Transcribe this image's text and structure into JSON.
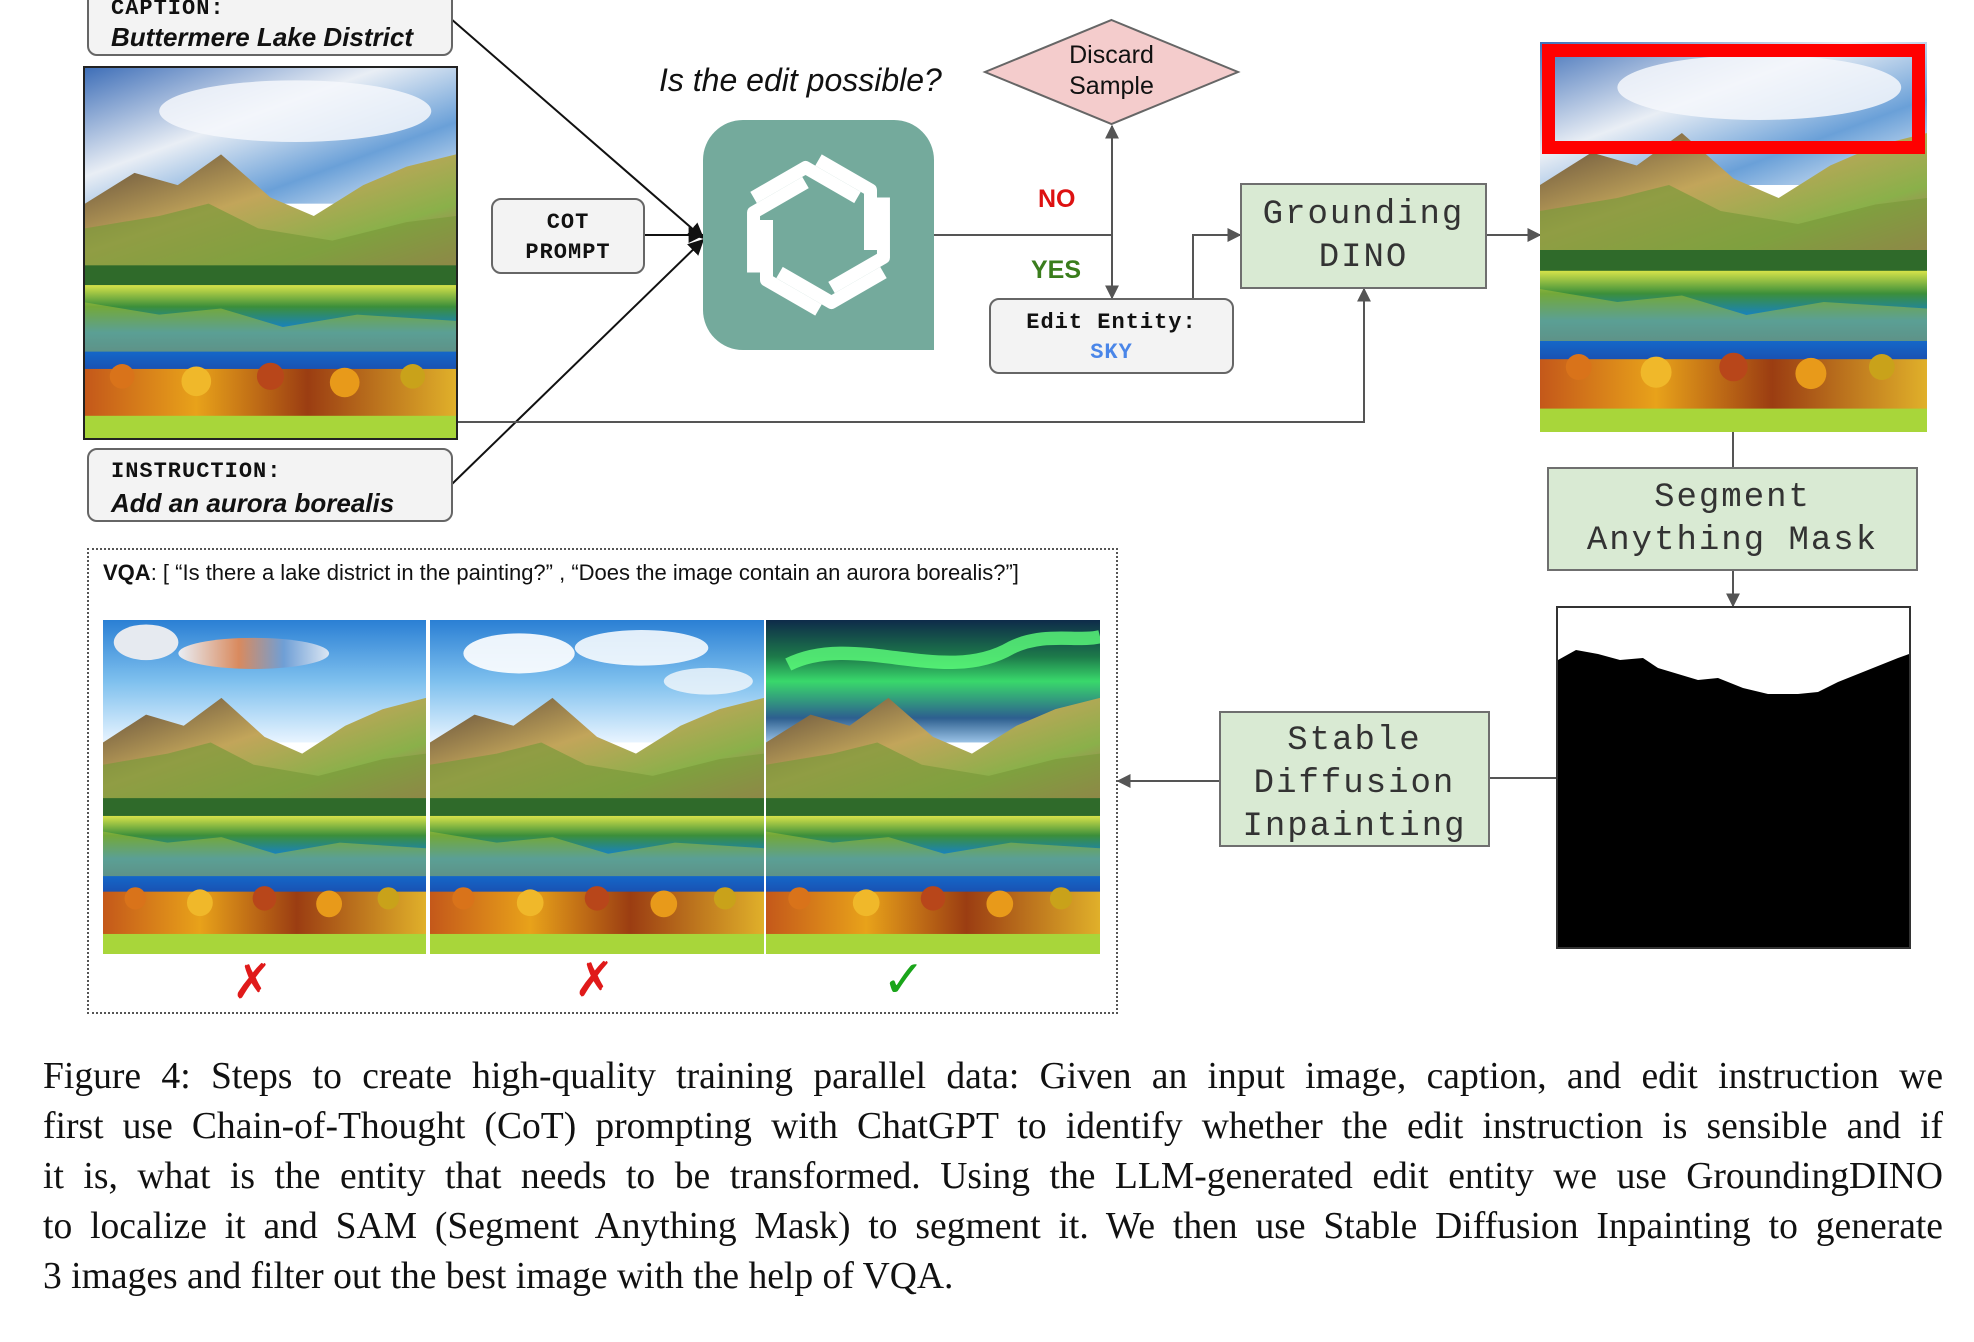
{
  "diagram": {
    "caption_box": {
      "label": "CAPTION:",
      "text": "Buttermere Lake District"
    },
    "instruction_box": {
      "label": "INSTRUCTION:",
      "text": "Add an aurora borealis"
    },
    "cot_prompt": {
      "line1": "COT",
      "line2": "PROMPT"
    },
    "question": "Is the edit possible?",
    "discard": {
      "line1": "Discard",
      "line2": "Sample"
    },
    "no_label": "NO",
    "yes_label": "YES",
    "edit_entity": {
      "label": "Edit Entity:",
      "value": "SKY"
    },
    "grounding_dino": {
      "line1": "Grounding",
      "line2": "DINO"
    },
    "segment_anything": {
      "line1": "Segment",
      "line2": "Anything Mask"
    },
    "stable_diffusion": {
      "line1": "Stable",
      "line2": "Diffusion",
      "line3": "Inpainting"
    },
    "vqa": {
      "label": "VQA",
      "text": ": [ “Is there a lake district in the painting?” , “Does the image contain an aurora borealis?”]"
    },
    "results": [
      "✗",
      "✗",
      "✓"
    ],
    "colors": {
      "no": "#dd1111",
      "yes": "#3a7d1c",
      "sky": "#4a86e8",
      "bbox": "#ff0000",
      "gpt": "#74aa9c",
      "green_box": "#d9ead3",
      "discard": "#f4cccc"
    },
    "icons": [
      "openai-logo-icon",
      "cross-icon",
      "checkmark-icon"
    ]
  },
  "figure_caption": {
    "lines": [
      "Figure 4: Steps to create high-quality training parallel data: Given an input image, caption, and edit instruction we",
      "first use Chain-of-Thought (CoT) prompting with ChatGPT to identify whether the edit instruction is sensible and if",
      "it is, what is the entity that needs to be transformed. Using the LLM-generated edit entity we use GroundingDINO",
      "to localize it and SAM (Segment Anything Mask) to segment it. We then use Stable Diffusion Inpainting to generate",
      "3 images and filter out the best image with the help of VQA."
    ]
  }
}
